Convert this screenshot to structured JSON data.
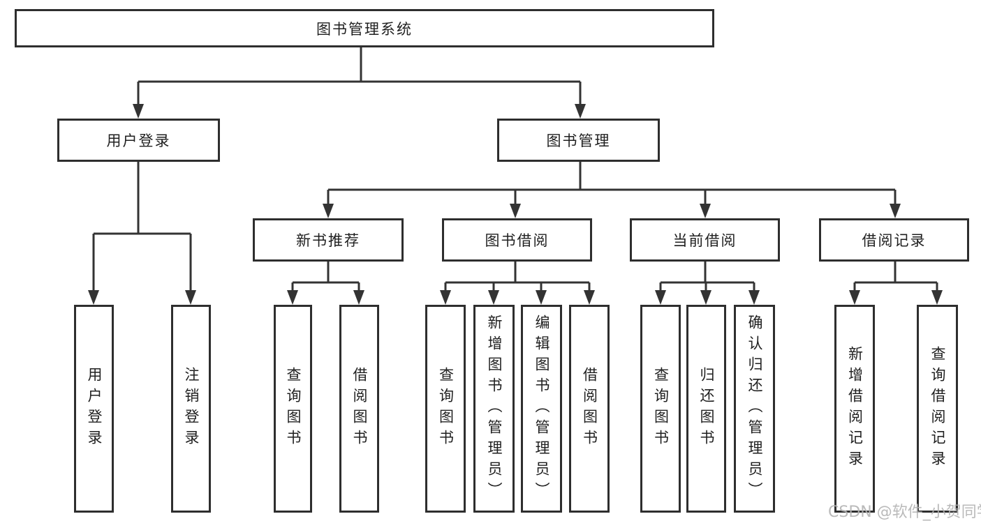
{
  "tree": {
    "root": {
      "label": "图书管理系统",
      "children": [
        {
          "label": "用户登录",
          "children": [
            {
              "label": "用户登录"
            },
            {
              "label": "注销登录"
            }
          ]
        },
        {
          "label": "图书管理",
          "children": [
            {
              "label": "新书推荐",
              "children": [
                {
                  "label": "查询图书"
                },
                {
                  "label": "借阅图书"
                }
              ]
            },
            {
              "label": "图书借阅",
              "children": [
                {
                  "label": "查询图书"
                },
                {
                  "label": "新增图书（管理员）"
                },
                {
                  "label": "编辑图书（管理员）"
                },
                {
                  "label": "借阅图书"
                }
              ]
            },
            {
              "label": "当前借阅",
              "children": [
                {
                  "label": "查询图书"
                },
                {
                  "label": "归还图书"
                },
                {
                  "label": "确认归还（管理员）"
                }
              ]
            },
            {
              "label": "借阅记录",
              "children": [
                {
                  "label": "新增借阅记录"
                },
                {
                  "label": "查询借阅记录"
                }
              ]
            }
          ]
        }
      ]
    }
  },
  "watermark": {
    "text": "CSDN @软件_小贺同学"
  },
  "colors": {
    "line": "#333333",
    "border": "#2e2e2e",
    "text": "#1f1f1f",
    "watermark": "#b2b2b2",
    "background": "#ffffff"
  }
}
